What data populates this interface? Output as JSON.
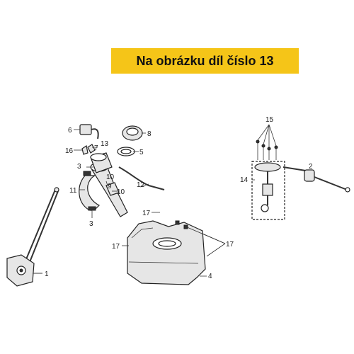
{
  "banner": {
    "text": "Na obrázku díl číslo 13",
    "color": "#f5c518"
  },
  "callouts": {
    "c1": "1",
    "c2": "2",
    "c3a": "3",
    "c3b": "3",
    "c4": "4",
    "c5": "5",
    "c6": "6",
    "c7": "7",
    "c8": "8",
    "c9": "9",
    "c10a": "10",
    "c10b": "10",
    "c11": "11",
    "c12": "12",
    "c13": "13",
    "c14": "14",
    "c15": "15",
    "c16": "16",
    "c17a": "17",
    "c17b": "17",
    "c17c": "17"
  }
}
